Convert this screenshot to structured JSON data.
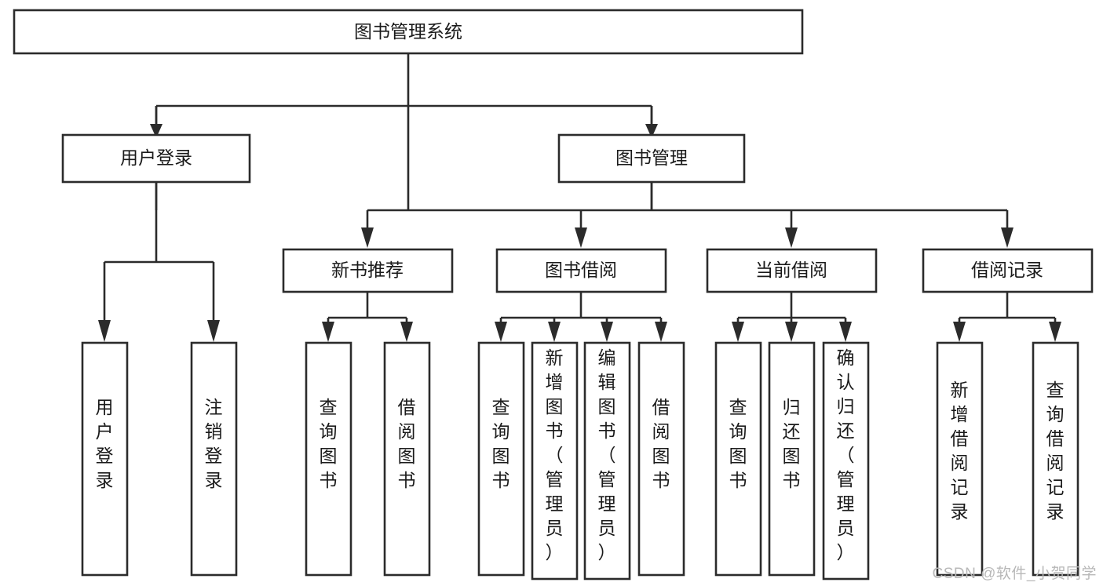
{
  "diagram": {
    "type": "tree-hierarchy",
    "title": "图书管理系统",
    "orientation": "top-down",
    "colors": {
      "stroke": "#2b2b2b",
      "fill": "#ffffff",
      "text": "#1a1a1a",
      "watermark": "#b8b8b8"
    },
    "levels": [
      {
        "level": 1,
        "nodes": [
          {
            "id": "root",
            "label": "图书管理系统",
            "orientation": "horizontal"
          }
        ]
      },
      {
        "level": 2,
        "nodes": [
          {
            "id": "login",
            "label": "用户登录",
            "orientation": "horizontal",
            "parent": "root"
          },
          {
            "id": "bookmgmt",
            "label": "图书管理",
            "orientation": "horizontal",
            "parent": "root"
          }
        ]
      },
      {
        "level": 3,
        "nodes": [
          {
            "id": "newbook",
            "label": "新书推荐",
            "orientation": "horizontal",
            "parent": "bookmgmt"
          },
          {
            "id": "borrow",
            "label": "图书借阅",
            "orientation": "horizontal",
            "parent": "bookmgmt"
          },
          {
            "id": "current",
            "label": "当前借阅",
            "orientation": "horizontal",
            "parent": "bookmgmt"
          },
          {
            "id": "records",
            "label": "借阅记录",
            "orientation": "horizontal",
            "parent": "bookmgmt"
          }
        ]
      },
      {
        "level": 4,
        "nodes": [
          {
            "id": "leaf-user-login",
            "label": "用户登录",
            "orientation": "vertical",
            "parent": "login"
          },
          {
            "id": "leaf-user-logout",
            "label": "注销登录",
            "orientation": "vertical",
            "parent": "login"
          },
          {
            "id": "leaf-newbook-query",
            "label": "查询图书",
            "orientation": "vertical",
            "parent": "newbook"
          },
          {
            "id": "leaf-newbook-borrow",
            "label": "借阅图书",
            "orientation": "vertical",
            "parent": "newbook"
          },
          {
            "id": "leaf-borrow-query",
            "label": "查询图书",
            "orientation": "vertical",
            "parent": "borrow"
          },
          {
            "id": "leaf-borrow-add",
            "label": "新增图书（管理员）",
            "orientation": "vertical",
            "parent": "borrow"
          },
          {
            "id": "leaf-borrow-edit",
            "label": "编辑图书（管理员）",
            "orientation": "vertical",
            "parent": "borrow"
          },
          {
            "id": "leaf-borrow-lend",
            "label": "借阅图书",
            "orientation": "vertical",
            "parent": "borrow"
          },
          {
            "id": "leaf-current-query",
            "label": "查询图书",
            "orientation": "vertical",
            "parent": "current"
          },
          {
            "id": "leaf-current-return",
            "label": "归还图书",
            "orientation": "vertical",
            "parent": "current"
          },
          {
            "id": "leaf-current-confirm",
            "label": "确认归还（管理员）",
            "orientation": "vertical",
            "parent": "current"
          },
          {
            "id": "leaf-records-add",
            "label": "新增借阅记录",
            "orientation": "vertical",
            "parent": "records"
          },
          {
            "id": "leaf-records-query",
            "label": "查询借阅记录",
            "orientation": "vertical",
            "parent": "records"
          }
        ]
      }
    ]
  },
  "watermark": {
    "text": "CSDN @软件_小贺同学"
  }
}
